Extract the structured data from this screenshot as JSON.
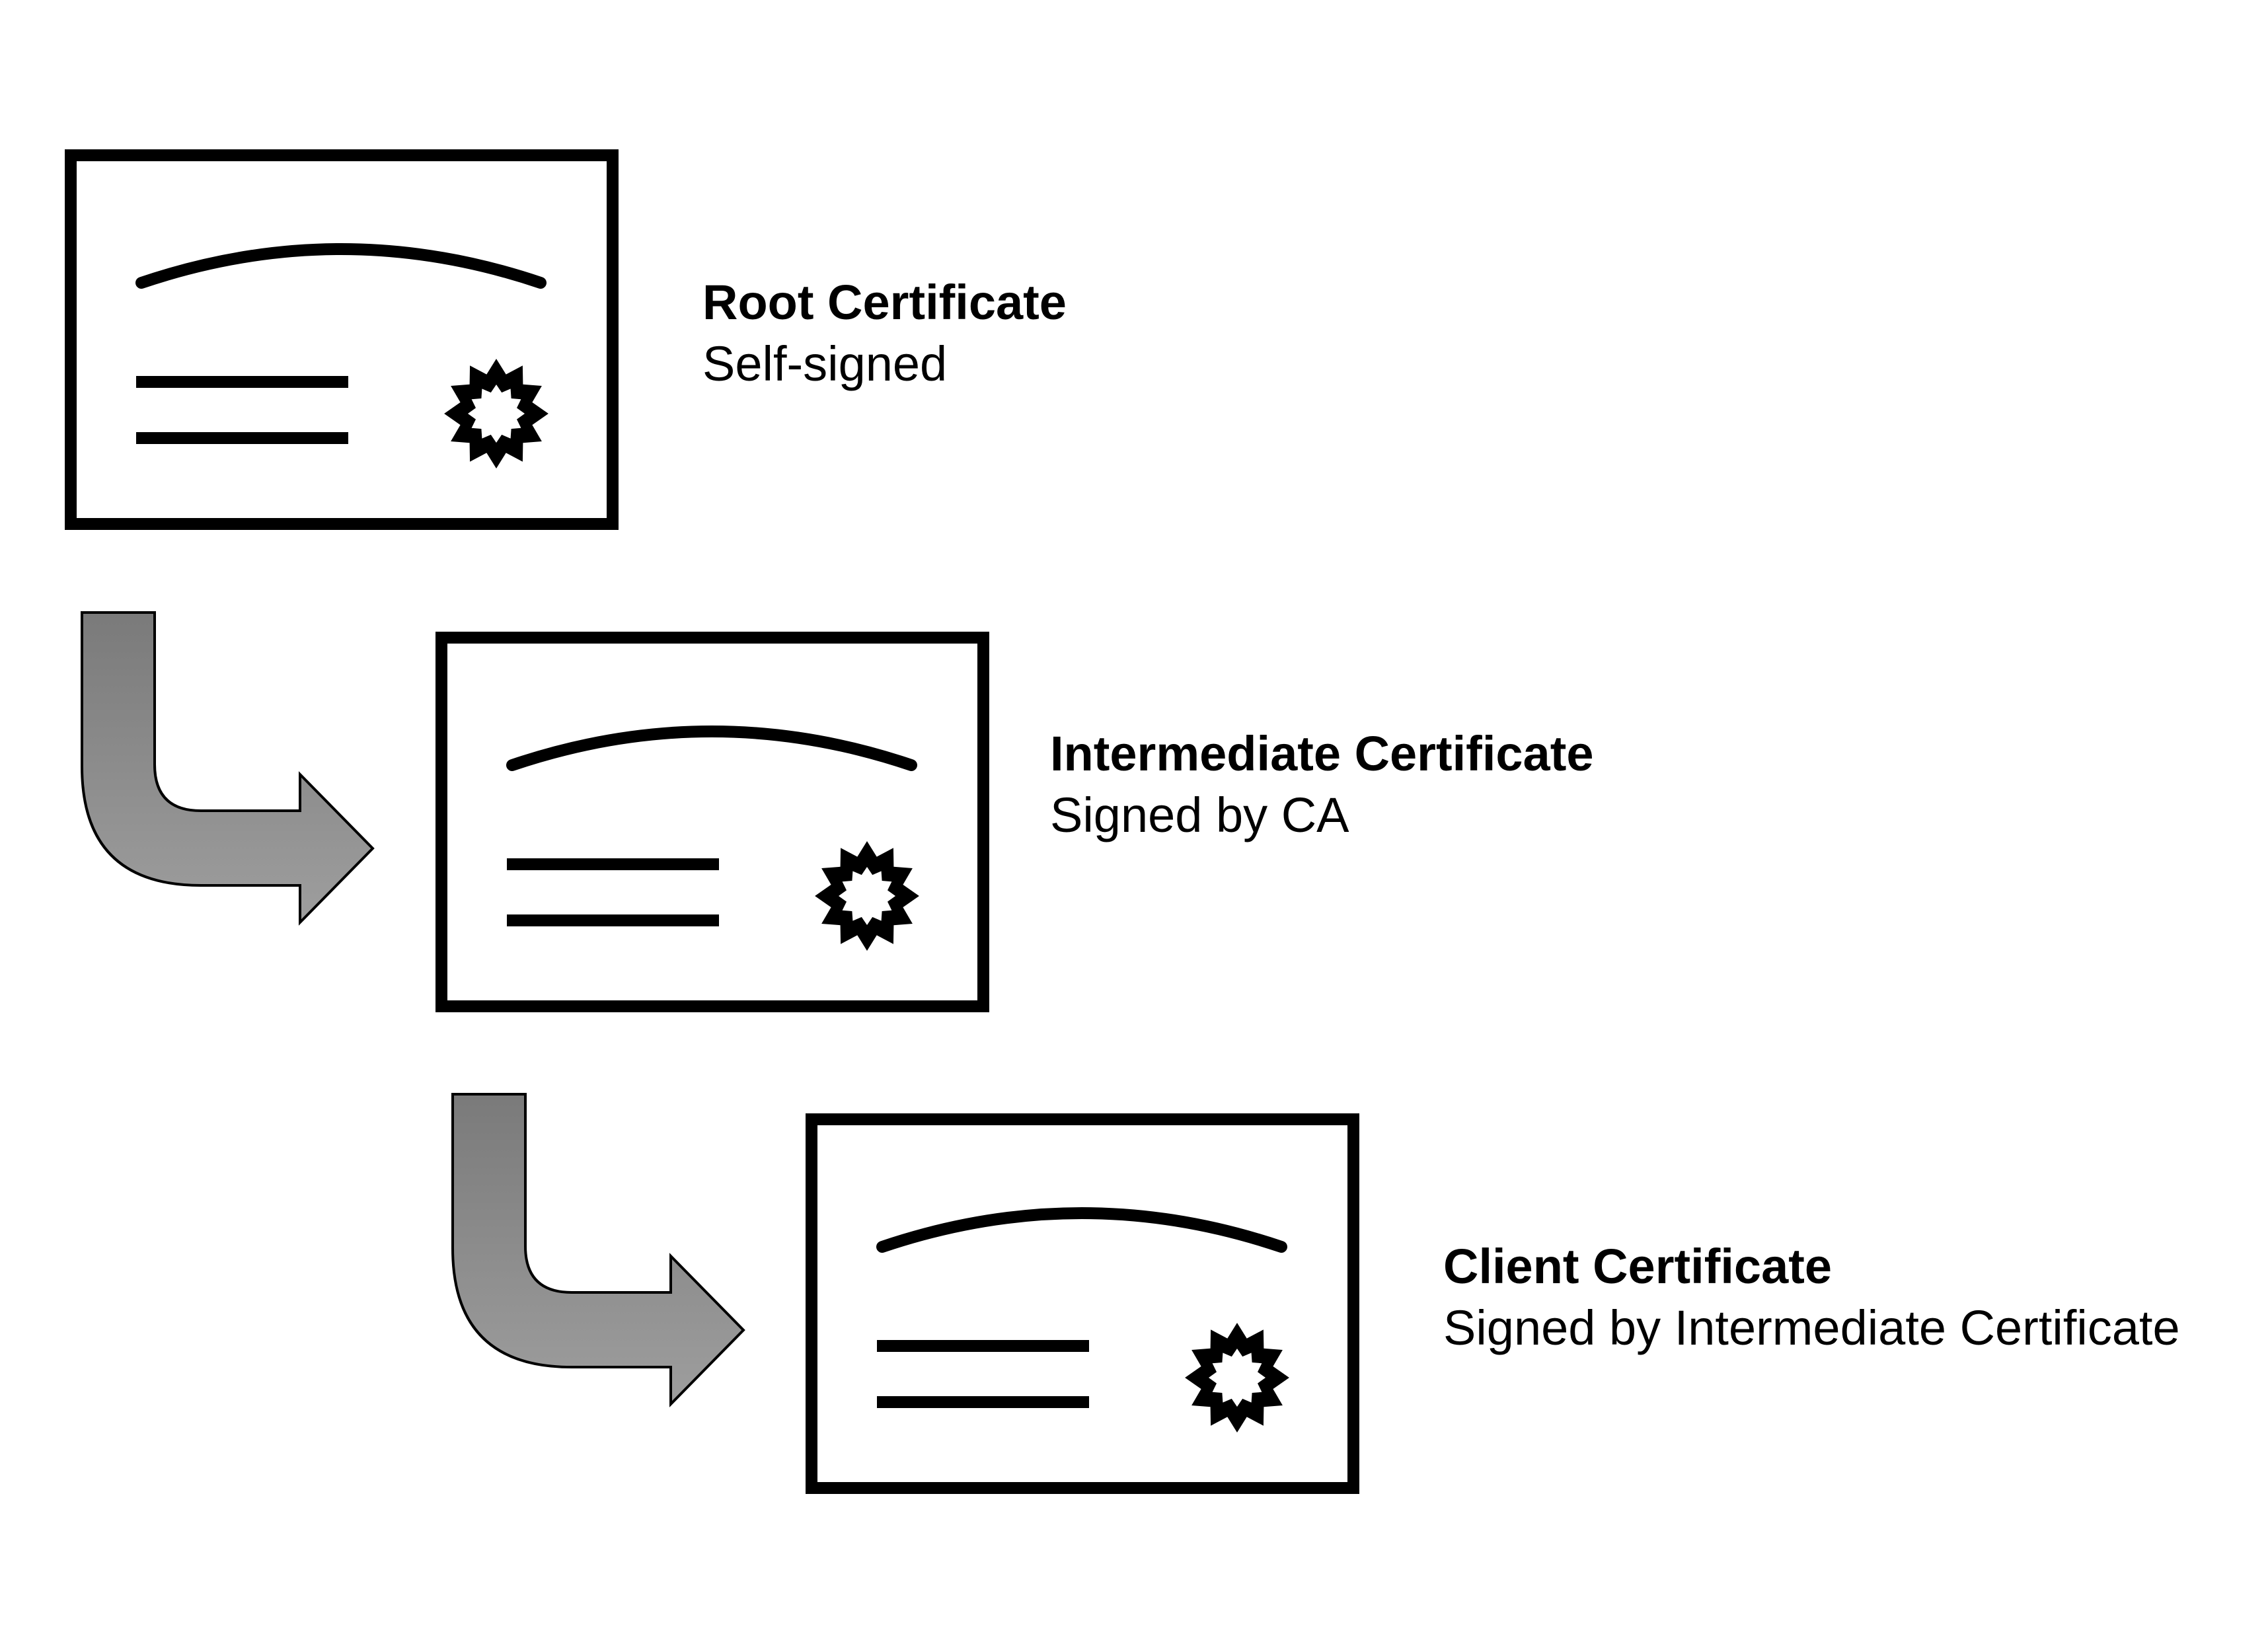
{
  "certificates": [
    {
      "title": "Root Certificate",
      "subtitle": "Self-signed"
    },
    {
      "title": "Intermediate Certificate",
      "subtitle": "Signed by CA"
    },
    {
      "title": "Client Certificate",
      "subtitle": "Signed by Intermediate Certificate"
    }
  ],
  "colors": {
    "stroke": "#000000",
    "background": "#ffffff",
    "arrow_top": "#7a7a7a",
    "arrow_bottom": "#9e9e9e"
  },
  "icons": [
    "certificate-icon",
    "seal-badge-icon",
    "curved-arrow-icon"
  ]
}
